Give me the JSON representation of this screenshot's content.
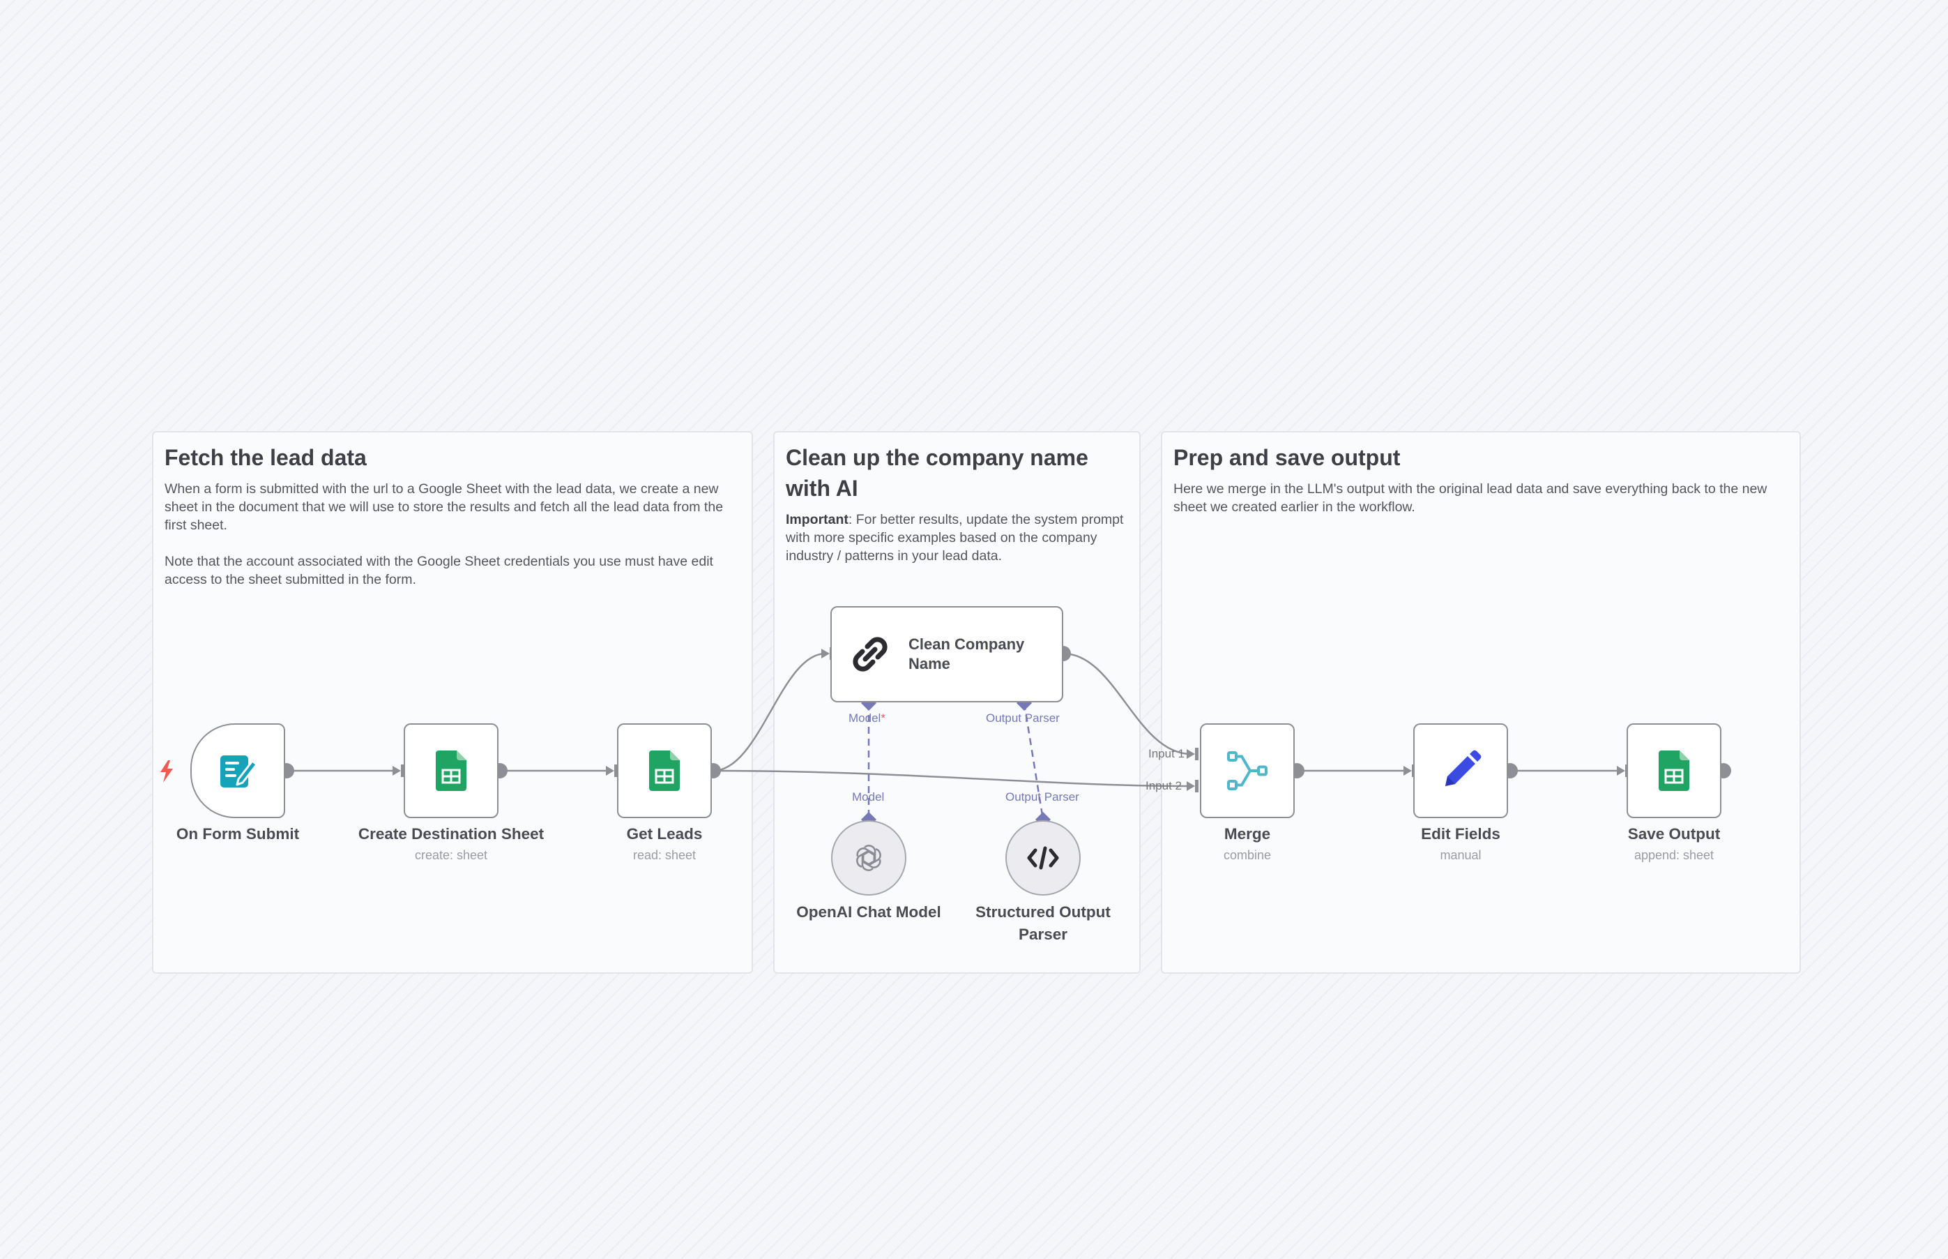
{
  "stickies": [
    {
      "title": "Fetch the lead data",
      "paragraph1": "When a form is submitted with the url to a Google Sheet with the lead data, we create a new sheet in the document that we will use to store the results and fetch all the lead data from the first sheet.",
      "paragraph2": "Note that the account associated with the Google Sheet credentials you use must have edit access to the sheet submitted in the form."
    },
    {
      "title": "Clean up the company name with AI",
      "important_label": "Important",
      "paragraph1": ": For better results, update the system prompt with more specific examples based on the company industry / patterns in your lead data."
    },
    {
      "title": "Prep and save output",
      "paragraph1": "Here we merge in the LLM's output with the original lead data and save everything back to the new sheet we created earlier in the workflow."
    }
  ],
  "nodes": {
    "on_form_submit": {
      "label": "On Form Submit",
      "icon": "form-icon"
    },
    "create_destination_sheet": {
      "label": "Create Destination Sheet",
      "subtitle": "create: sheet",
      "icon": "google-sheets-icon"
    },
    "get_leads": {
      "label": "Get Leads",
      "subtitle": "read: sheet",
      "icon": "google-sheets-icon"
    },
    "clean_company_name": {
      "label_line1": "Clean Company",
      "label_line2": "Name",
      "icon": "chain-link-icon"
    },
    "openai_chat_model": {
      "label": "OpenAI Chat Model",
      "icon": "openai-icon"
    },
    "structured_output_parser": {
      "label_line1": "Structured Output",
      "label_line2": "Parser",
      "icon": "code-icon"
    },
    "merge": {
      "label": "Merge",
      "subtitle": "combine",
      "icon": "merge-icon"
    },
    "edit_fields": {
      "label": "Edit Fields",
      "subtitle": "manual",
      "icon": "pencil-icon"
    },
    "save_output": {
      "label": "Save Output",
      "subtitle": "append: sheet",
      "icon": "google-sheets-icon"
    }
  },
  "ports": {
    "model_top": "Model",
    "model_required": "*",
    "output_parser_top": "Output Parser",
    "model_bottom": "Model",
    "output_parser_bottom": "Output Parser",
    "input1": "Input 1",
    "input2": "Input 2"
  },
  "colors": {
    "sheets_green": "#1fa463",
    "form_teal": "#14a3b8",
    "merge_teal": "#4fb7c9",
    "pencil_blue": "#3b4ae0",
    "trigger_red": "#f05a4f",
    "ai_port": "#7678b8"
  }
}
